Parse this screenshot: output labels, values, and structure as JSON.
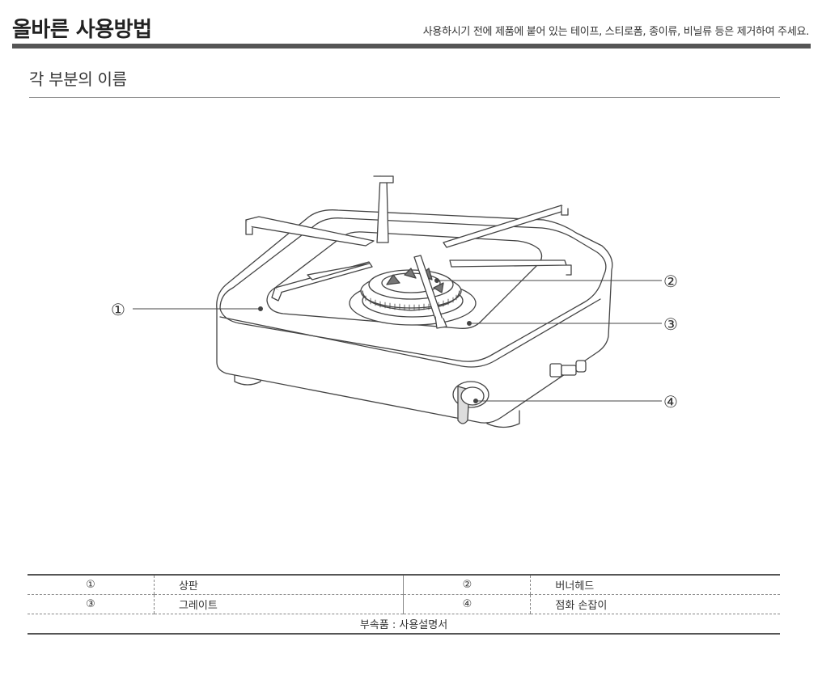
{
  "header": {
    "title": "올바른 사용방법",
    "note": "사용하시기 전에 제품에 붙어 있는 테이프, 스티로폼, 종이류, 비닐류 등은 제거하여 주세요."
  },
  "section": {
    "title": "각 부분의 이름"
  },
  "diagram": {
    "callouts": [
      "①",
      "②",
      "③",
      "④"
    ]
  },
  "parts_table": {
    "rows": [
      {
        "num_a": "①",
        "name_a": "상판",
        "num_b": "②",
        "name_b": "버너헤드"
      },
      {
        "num_a": "③",
        "name_a": "그레이트",
        "num_b": "④",
        "name_b": "점화 손잡이"
      }
    ],
    "accessories": "부속품 : 사용설명서"
  }
}
